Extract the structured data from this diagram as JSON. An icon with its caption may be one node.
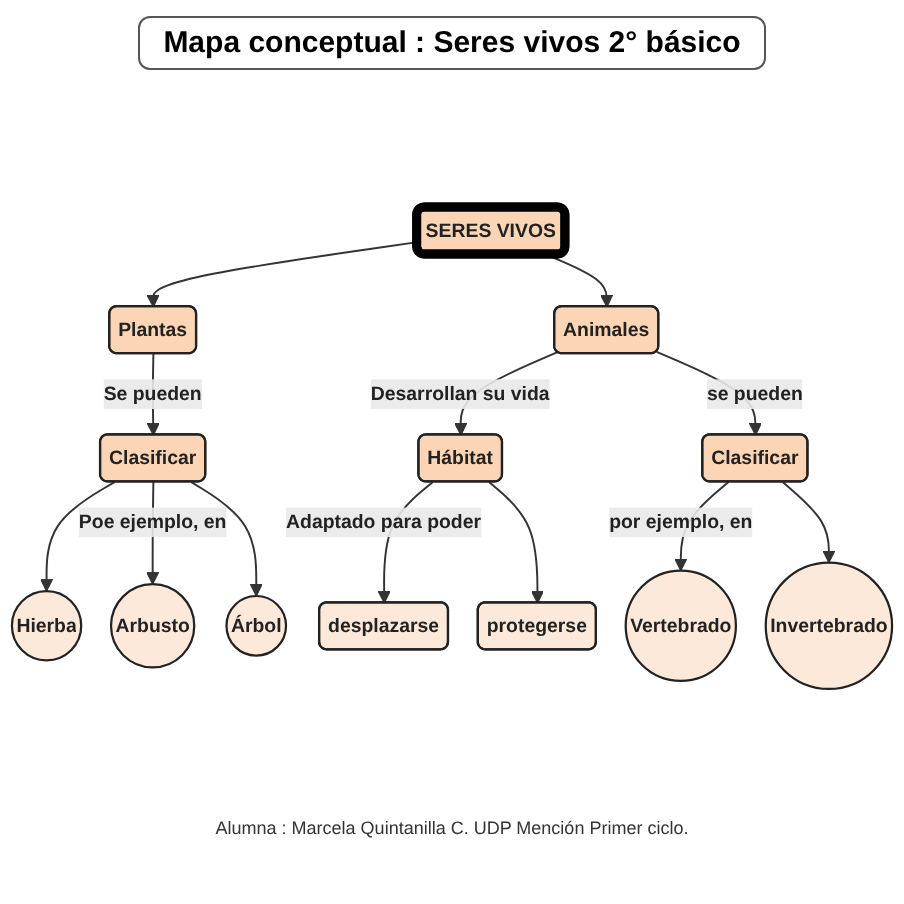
{
  "diagram": {
    "title": "Mapa conceptual : Seres vivos 2° básico",
    "nodes": [
      {
        "text": [
          "SERES VIVOS"
        ]
      },
      {
        "text": [
          "Plantas"
        ]
      },
      {
        "text": [
          "Animales"
        ]
      },
      {
        "text": [
          "Hábitat"
        ]
      },
      {
        "text": [
          "Clasificar"
        ]
      },
      {
        "text": [
          "Clasificar"
        ]
      },
      {
        "text": [
          "Hierba"
        ]
      },
      {
        "text": [
          "Arbusto"
        ]
      },
      {
        "text": [
          "Árbol"
        ]
      },
      {
        "text": [
          "Vertebrado"
        ]
      },
      {
        "text": [
          "Invertebrado"
        ]
      },
      {
        "text": [
          "desplazarse"
        ]
      },
      {
        "text": [
          "protegerse"
        ]
      }
    ],
    "edges": [
      {
        "from": 0,
        "to": 1,
        "arrow": "to"
      },
      {
        "from": 0,
        "to": 2,
        "arrow": "to"
      },
      {
        "from": 2,
        "to": 3,
        "arrow": "to",
        "label": "Desarrollan su vida"
      },
      {
        "from": 1,
        "to": 4,
        "arrow": "to",
        "label": "Se pueden"
      },
      {
        "from": 2,
        "to": 5,
        "arrow": "to",
        "label": "se pueden"
      },
      {
        "from": 3,
        "to": 11,
        "arrow": "to",
        "label": "Adaptado para poder"
      },
      {
        "from": 3,
        "to": 12,
        "arrow": "to"
      },
      {
        "from": 4,
        "to": 6,
        "arrow": "to"
      },
      {
        "from": 4,
        "to": 7,
        "arrow": "to",
        "label": "Poe ejemplo, en"
      },
      {
        "from": 4,
        "to": 8,
        "arrow": "to"
      },
      {
        "from": 5,
        "to": 9,
        "arrow": "to",
        "label": "por ejemplo, en"
      },
      {
        "from": 5,
        "to": 10,
        "arrow": "to"
      }
    ],
    "labels": [
      "Alumna : Marcela Quintanilla C. UDP Mención Primer ciclo."
    ]
  }
}
